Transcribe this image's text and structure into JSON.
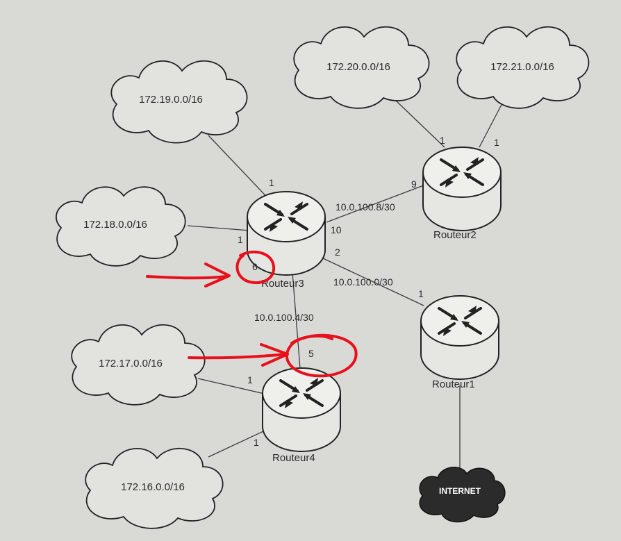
{
  "networks": {
    "n19": "172.19.0.0/16",
    "n18": "172.18.0.0/16",
    "n17": "172.17.0.0/16",
    "n16": "172.16.0.0/16",
    "n20": "172.20.0.0/16",
    "n21": "172.21.0.0/16"
  },
  "routers": {
    "r1": "Routeur1",
    "r2": "Routeur2",
    "r3": "Routeur3",
    "r4": "Routeur4"
  },
  "links": {
    "r3_r2": "10.0.100.8/30",
    "r3_r1": "10.0.100.0/30",
    "r3_r4": "10.0.100.4/30"
  },
  "ports": {
    "r3_to_n19": "1",
    "r3_to_n18": "1",
    "r3_to_r2": "10",
    "r3_to_r1": "2",
    "r3_to_r4": "6",
    "r2_to_n20": "1",
    "r2_to_n21": "1",
    "r2_to_r3": "9",
    "r1_to_r3": "1",
    "r4_to_r3": "5",
    "r4_to_n17": "1",
    "r4_to_n16": "1"
  },
  "internet": "INTERNET",
  "colors": {
    "paper": "#d9dad6",
    "ink": "#2a2a2a",
    "annotation": "#e8101a"
  }
}
